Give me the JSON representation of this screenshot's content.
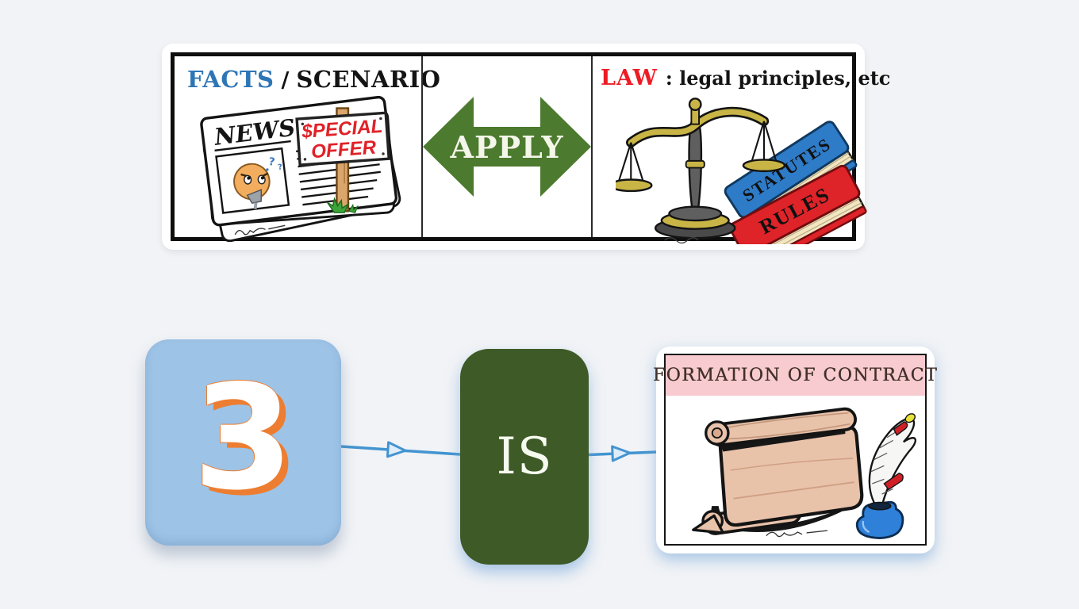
{
  "canvas": {
    "background": "#F1F3F6"
  },
  "top_panel": {
    "facts_header": {
      "highlight": "FACTS",
      "separator": "/",
      "rest": "SCENARIO",
      "highlight_color": "#2E75B6"
    },
    "newspaper": {
      "masthead": "NEWS",
      "sign_line1": "$PECIAL",
      "sign_line2": "OFFER"
    },
    "apply": {
      "label": "APPLY",
      "arrow_color": "#4C7A2F"
    },
    "law_header": {
      "highlight": "LAW",
      "rest": ": legal principles, etc",
      "highlight_color": "#ED1C24"
    },
    "books": {
      "top": "STATUTES",
      "bottom": "RULES",
      "top_color": "#2E7BC8",
      "bottom_color": "#DE2329"
    }
  },
  "flow": {
    "number_box": {
      "value": "3",
      "background": "#9DC3E6",
      "number_shadow_color": "#ED7D31"
    },
    "is_box": {
      "label": "IS",
      "background": "#3E5A27"
    },
    "result_box": {
      "title": "FORMATION OF CONTRACT",
      "header_background": "#F7CBCF"
    },
    "connector_color": "#4394D0"
  },
  "icons": {
    "newspaper": "newspaper-cartoon",
    "thinking_face": "thinking-face",
    "apply_arrow": "double-headed-arrow",
    "scales": "scales-of-justice",
    "law_books": "stacked-law-books",
    "scroll": "parchment-scroll",
    "quill": "quill-pen",
    "inkwell": "inkwell"
  }
}
